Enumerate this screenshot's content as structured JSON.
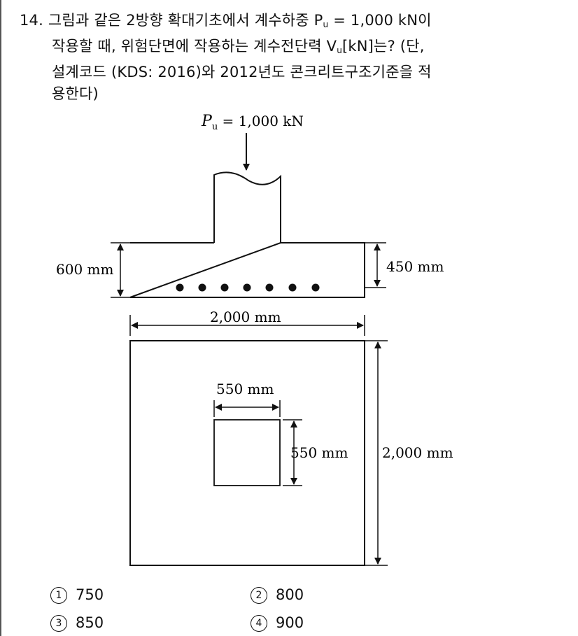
{
  "question": {
    "number": "14.",
    "line1_pre": "그림과 같은 2방향 확대기초에서 계수하중 P",
    "line1_sub": "u",
    "line1_post": " = 1,000 kN이",
    "line2_pre": "작용할 때, 위험단면에 작용하는 계수전단력 V",
    "line2_sub": "u",
    "line2_post": "[kN]는? (단,",
    "line3": "설계코드 (KDS: 2016)와 2012년도 콘크리트구조기준을 적",
    "line4": "용한다)"
  },
  "figure": {
    "load_symbol": "P",
    "load_sub": "u",
    "load_text": " = 1,000 kN",
    "depth_total": "600 mm",
    "depth_effective": "450 mm",
    "width_top": "2,000 mm",
    "column_width": "550 mm",
    "column_depth": "550 mm",
    "width_side": "2,000 mm",
    "rebar_count": 7
  },
  "choices": [
    {
      "num": "1",
      "text": "750"
    },
    {
      "num": "2",
      "text": "800"
    },
    {
      "num": "3",
      "text": "850"
    },
    {
      "num": "4",
      "text": "900"
    }
  ]
}
